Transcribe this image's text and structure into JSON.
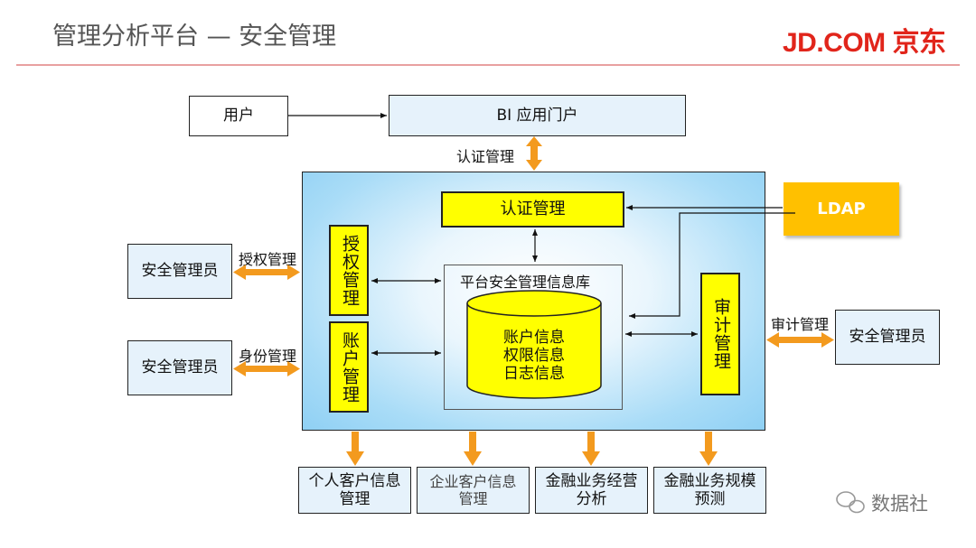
{
  "header": {
    "title": "管理分析平台 — 安全管理",
    "logo_text": "JD.COM 京东"
  },
  "nodes": {
    "user": "用户",
    "bi_portal": "BI 应用门户",
    "auth_center": "认证管理",
    "ldap": "LDAP",
    "authorization_mgmt": "授权管理",
    "account_mgmt": "账户管理",
    "audit_mgmt": "审计管理",
    "db_title": "平台安全管理信息库",
    "db_lines": [
      "账户信息",
      "权限信息",
      "日志信息"
    ],
    "admin_left_top": "安全管理员",
    "admin_left_bottom": "安全管理员",
    "admin_right": "安全管理员",
    "bottom": [
      "个人客户信息管理",
      "企业客户信息管理",
      "金融业务经营分析",
      "金融业务规模预测"
    ]
  },
  "edge_labels": {
    "portal_auth": "认证管理",
    "authorization": "授权管理",
    "identity": "身份管理",
    "audit": "审计管理"
  },
  "watermark": "数据社",
  "colors": {
    "accent_red": "#e1251b",
    "orange_arrow": "#f39a1e",
    "yellow_box": "#ffff00",
    "ldap": "#ffc000",
    "pale_blue": "#e6f2fb"
  }
}
